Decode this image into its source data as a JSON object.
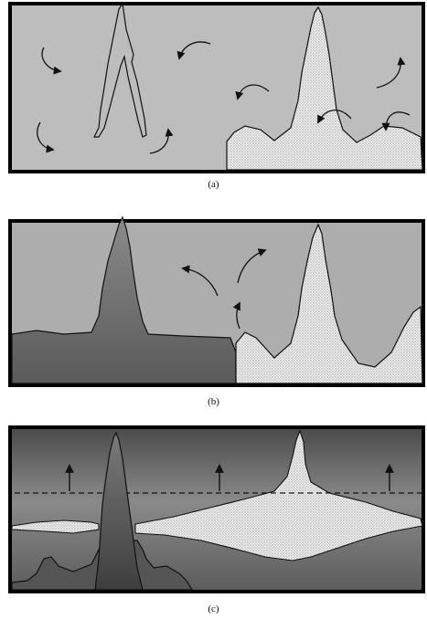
{
  "figure": {
    "panels": [
      {
        "id": "a",
        "caption": "(a)"
      },
      {
        "id": "b",
        "caption": "(b)"
      },
      {
        "id": "c",
        "caption": "(c)"
      }
    ]
  },
  "colors": {
    "frame": "#000000",
    "liquid_light": "#bdbdbd",
    "liquid_gray": "#adadad",
    "solid_dark": "#5e5e5e",
    "crystal_fill": "#e9e9e9",
    "line": "#111111"
  },
  "icons": [
    "curved-flow-arrow",
    "upward-arrow",
    "dashed-line"
  ]
}
